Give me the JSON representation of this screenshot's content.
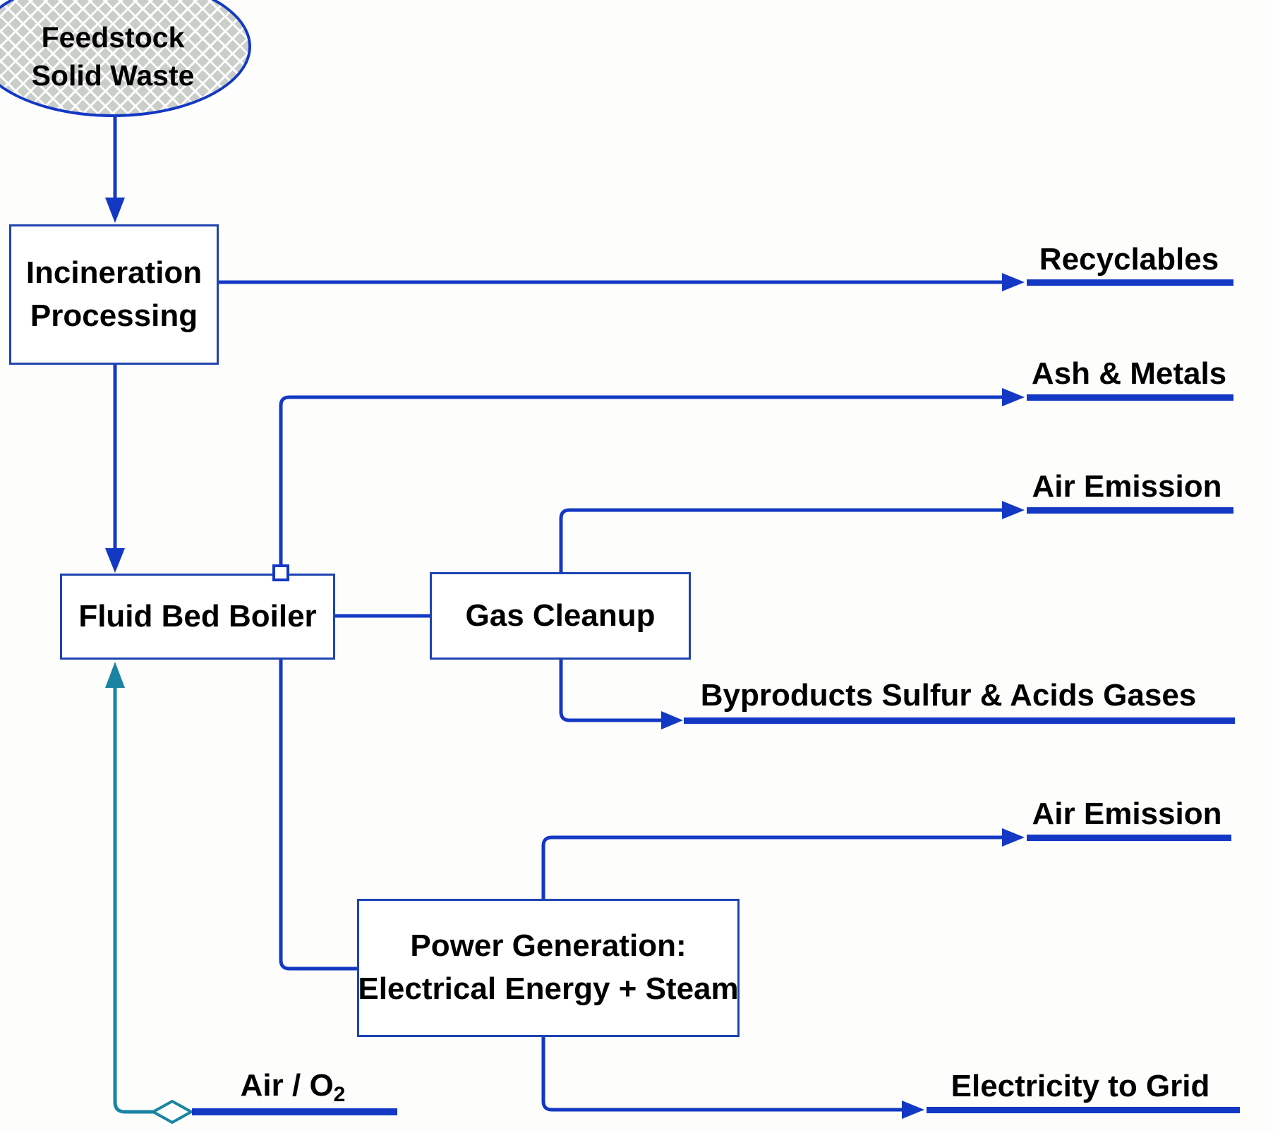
{
  "title": "Incineration waste-to-energy process flow diagram",
  "colors": {
    "line": "#1338c4",
    "border": "#1e44b0",
    "teal": "#1984a2",
    "text": "#000000",
    "ellipse": "#c9cec9",
    "bg": "#fdfdfc"
  },
  "nodes": {
    "feedstock": {
      "line1": "Feedstock",
      "line2": "Solid Waste"
    },
    "incineration": {
      "line1": "Incineration",
      "line2": "Processing"
    },
    "fluid_bed_boiler": {
      "label": "Fluid Bed Boiler"
    },
    "gas_cleanup": {
      "label": "Gas Cleanup"
    },
    "power_generation": {
      "line1": "Power Generation:",
      "line2": "Electrical Energy + Steam"
    }
  },
  "outputs": {
    "recyclables": {
      "label": "Recyclables"
    },
    "ash_metals": {
      "label": "Ash & Metals"
    },
    "air_emission_1": {
      "label": "Air Emission"
    },
    "byproducts": {
      "label": "Byproducts Sulfur & Acids Gases"
    },
    "air_emission_2": {
      "label": "Air Emission"
    },
    "electricity": {
      "label": "Electricity to Grid"
    }
  },
  "inputs": {
    "air_o2": {
      "base": "Air / O",
      "sub": "2"
    }
  }
}
